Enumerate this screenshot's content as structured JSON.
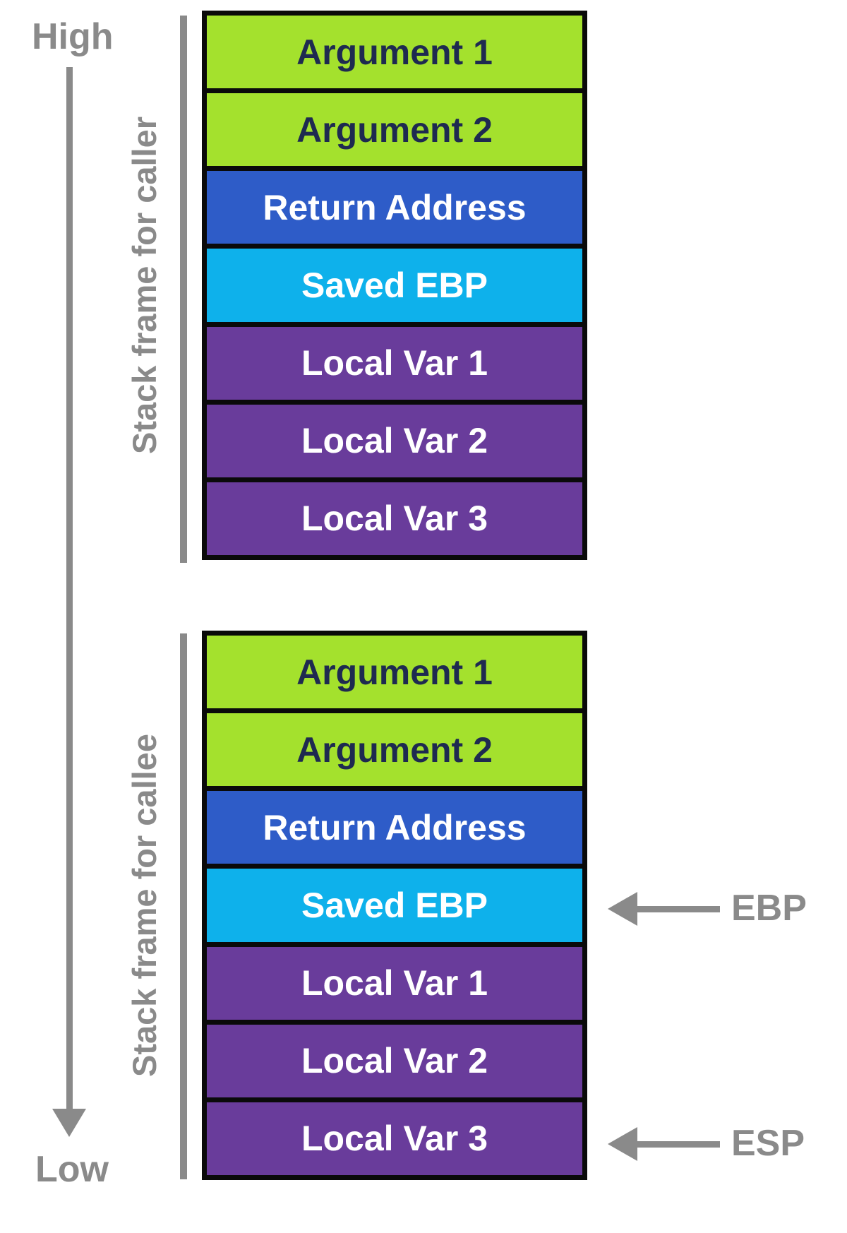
{
  "direction": {
    "high_label": "High",
    "low_label": "Low"
  },
  "frames": [
    {
      "label": "Stack frame for caller",
      "rows": [
        {
          "text": "Argument 1"
        },
        {
          "text": "Argument 2"
        },
        {
          "text": "Return Address"
        },
        {
          "text": "Saved EBP"
        },
        {
          "text": "Local Var 1"
        },
        {
          "text": "Local Var 2"
        },
        {
          "text": "Local Var 3"
        }
      ]
    },
    {
      "label": "Stack frame for callee",
      "rows": [
        {
          "text": "Argument 1"
        },
        {
          "text": "Argument 2"
        },
        {
          "text": "Return Address"
        },
        {
          "text": "Saved EBP"
        },
        {
          "text": "Local Var 1"
        },
        {
          "text": "Local Var 2"
        },
        {
          "text": "Local Var 3"
        }
      ]
    }
  ],
  "pointers": [
    {
      "label": "EBP",
      "points_to": "Saved EBP",
      "frame": "callee"
    },
    {
      "label": "ESP",
      "points_to": "Local Var 3",
      "frame": "callee"
    }
  ],
  "colors": {
    "argument_green": "#a4e12d",
    "return_address_blue": "#2e5cc8",
    "saved_ebp_cyan": "#0eb1eb",
    "local_var_purple": "#693c9b",
    "row_border_black": "#0a0a0a",
    "annotation_gray": "#8a8a8a",
    "argument_text_navy": "#1e2a50"
  }
}
